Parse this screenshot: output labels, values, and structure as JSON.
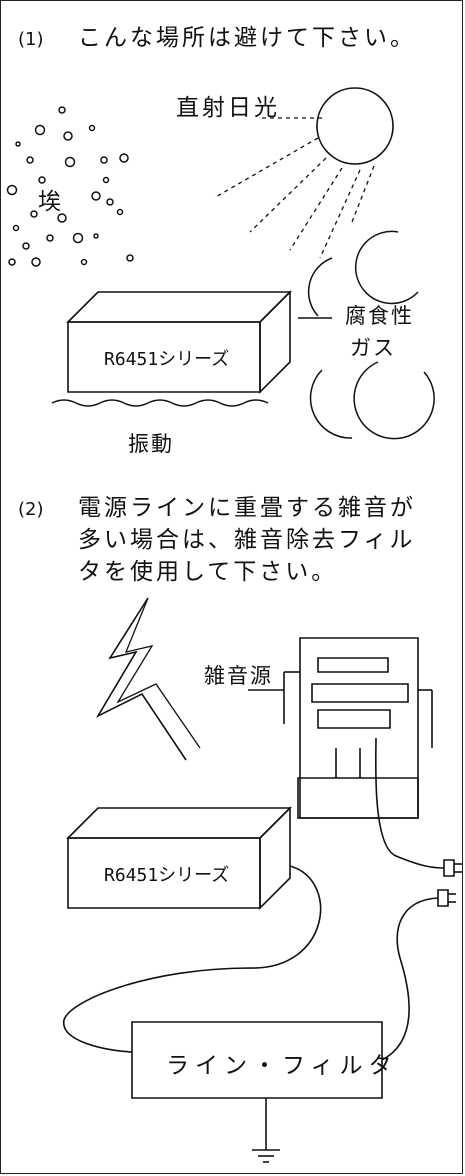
{
  "section1": {
    "number": "(1)",
    "heading": "こんな場所は避けて下さい。",
    "labels": {
      "sunlight": "直射日光",
      "dust": "埃",
      "corrosive_gas_line1": "腐食性",
      "corrosive_gas_line2": "ガス",
      "device": "R6451シリーズ",
      "vibration": "振動"
    }
  },
  "section2": {
    "number": "(2)",
    "heading_lines": [
      "電源ラインに重畳する雑音が",
      "多い場合は、雑音除去フィル",
      "タを使用して下さい。"
    ],
    "labels": {
      "noise_source": "雑音源",
      "device": "R6451シリーズ",
      "line_filter": "ライン・フィルタ"
    }
  },
  "colors": {
    "ink": "#111111",
    "paper": "#ffffff"
  }
}
